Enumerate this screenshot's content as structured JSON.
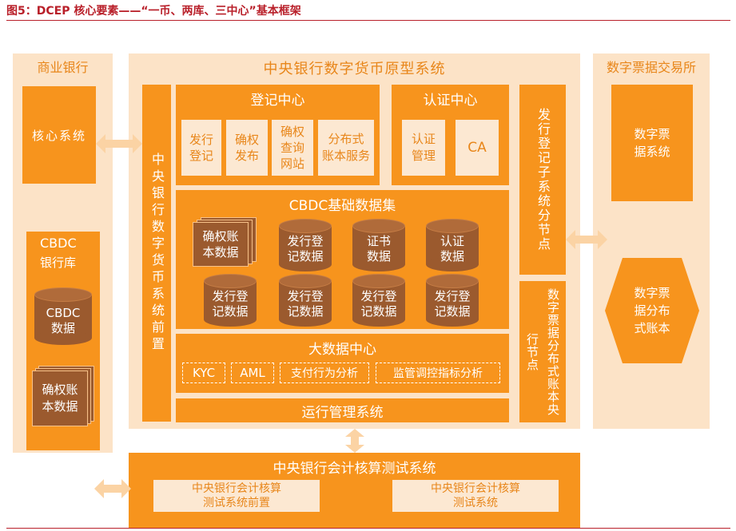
{
  "header": {
    "title": "图5：DCEP 核心要素——“一币、两库、三中心”基本框架"
  },
  "left": {
    "title": "商业银行",
    "core_system": "核心系统",
    "cbdc_lib_title": "CBDC",
    "cbdc_lib_sub": "银行库",
    "cbdc_data": "CBDC\n数据",
    "rights_data": "确权账\n本数据"
  },
  "center": {
    "title": "中央银行数字货币原型系统",
    "front": "中央银行数字货币系统前置",
    "registry": {
      "title": "登记中心",
      "items": [
        "发行\n登记",
        "确权\n发布",
        "确权\n查询\n网站",
        "分布式\n账本服务"
      ]
    },
    "auth": {
      "title": "认证中心",
      "items": [
        "认证\n管理",
        "CA"
      ]
    },
    "dataset": {
      "title": "CBDC基础数据集",
      "stack_label": "确权账\n本数据",
      "top_row": [
        "发行登\n记数据",
        "证书\n数据",
        "认证\n数据"
      ],
      "bottom_row": [
        "发行登\n记数据",
        "发行登\n记数据",
        "发行登\n记数据",
        "发行登\n记数据"
      ]
    },
    "bigdata": {
      "title": "大数据中心",
      "items": [
        "KYC",
        "AML",
        "支付行为分析",
        "监管调控指标分析"
      ]
    },
    "ops": "运行管理系统",
    "issue_sub": "发行登记子系统分节点",
    "ledger_node": "数字票据分布式账本央行节点"
  },
  "right": {
    "title": "数字票据交易所",
    "system": "数字票\n据系统",
    "ledger": "数字票\n据分布\n式账本"
  },
  "bottom": {
    "title": "中央银行会计核算测试系统",
    "left_box": "中央银行会计核算\n测试系统前置",
    "right_box": "中央银行会计核算\n测试系统"
  },
  "colors": {
    "orange": "#f7941d",
    "light": "#fce3c7",
    "brown": "#9b5a2e",
    "title": "#c0392b"
  }
}
